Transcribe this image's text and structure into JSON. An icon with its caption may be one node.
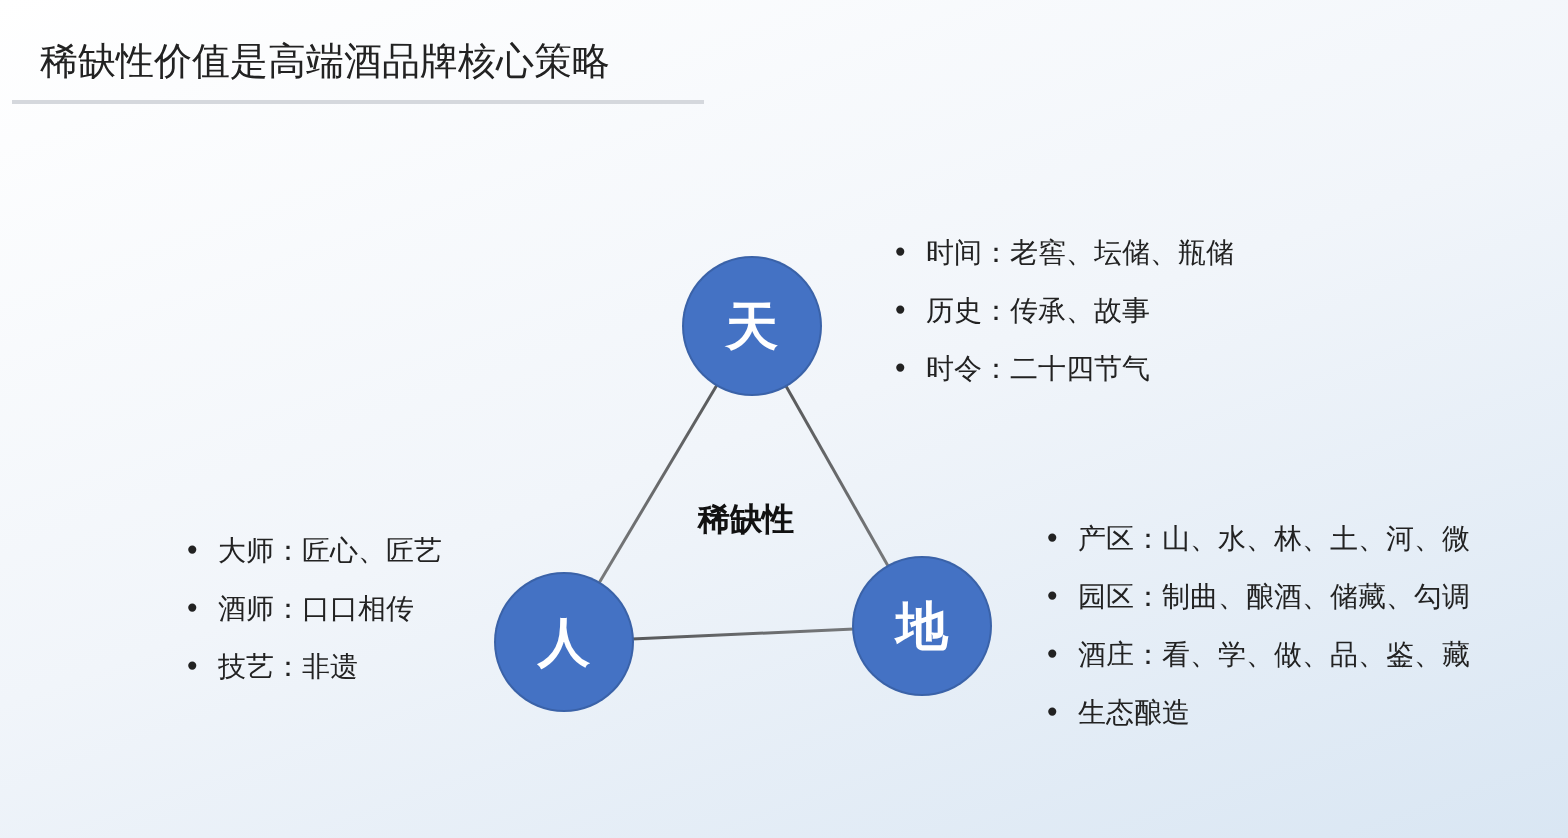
{
  "diagram": {
    "title": "稀缺性价值是高端酒品牌核心策略",
    "nodes": [
      {
        "text": [
          "天"
        ],
        "beside": [
          "•  时间：老窖、坛储、瓶储",
          "•  历史：传承、故事",
          "•  时令：二十四节气"
        ]
      },
      {
        "text": [
          "人"
        ],
        "beside": [
          "•  大师：匠心、匠艺",
          "•  酒师：口口相传",
          "•  技艺：非遗"
        ]
      },
      {
        "text": [
          "地"
        ],
        "beside": [
          "•  产区：山、水、林、土、河、微",
          "•  园区：制曲、酿酒、储藏、勾调",
          "•  酒庄：看、学、做、品、鉴、藏",
          "•  生态酿造"
        ]
      }
    ],
    "edges": [
      {
        "from": 0,
        "to": 1,
        "arrow": "none"
      },
      {
        "from": 0,
        "to": 2,
        "arrow": "none"
      },
      {
        "from": 1,
        "to": 2,
        "arrow": "none"
      }
    ],
    "labels": [
      "稀缺性"
    ]
  }
}
